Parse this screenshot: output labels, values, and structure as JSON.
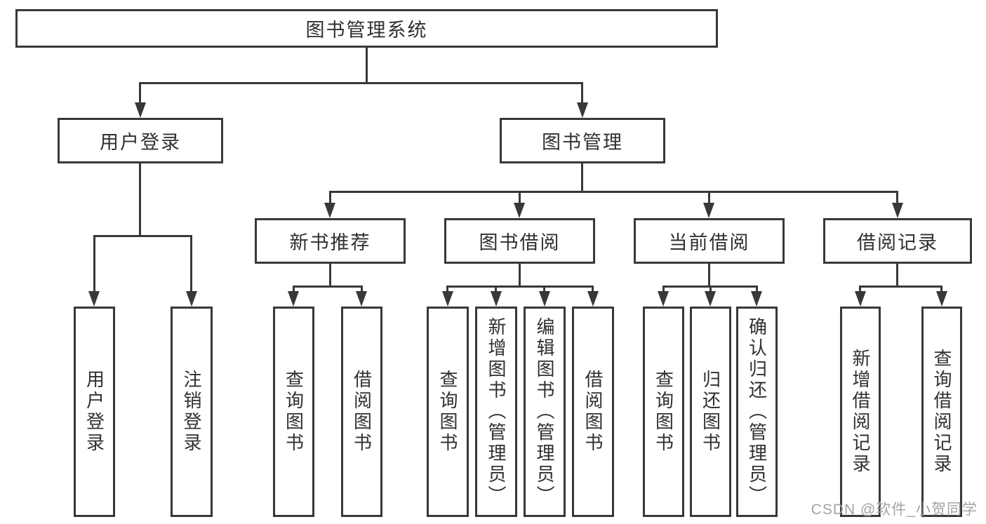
{
  "colors": {
    "line": "#383838",
    "text": "#303030",
    "watermark": "#a3a3a3"
  },
  "tree": {
    "label": "图书管理系统",
    "children": [
      {
        "label": "用户登录",
        "children": [
          {
            "label": "用户登录"
          },
          {
            "label": "注销登录"
          }
        ]
      },
      {
        "label": "图书管理",
        "children": [
          {
            "label": "新书推荐",
            "children": [
              {
                "label": "查询图书"
              },
              {
                "label": "借阅图书"
              }
            ]
          },
          {
            "label": "图书借阅",
            "children": [
              {
                "label": "查询图书"
              },
              {
                "label": "新增图书（管理员）"
              },
              {
                "label": "编辑图书（管理员）"
              },
              {
                "label": "借阅图书"
              }
            ]
          },
          {
            "label": "当前借阅",
            "children": [
              {
                "label": "查询图书"
              },
              {
                "label": "归还图书"
              },
              {
                "label": "确认归还（管理员）"
              }
            ]
          },
          {
            "label": "借阅记录",
            "children": [
              {
                "label": "新增借阅记录"
              },
              {
                "label": "查询借阅记录"
              }
            ]
          }
        ]
      }
    ]
  },
  "watermark": {
    "text": "CSDN @软件_小贺同学"
  }
}
